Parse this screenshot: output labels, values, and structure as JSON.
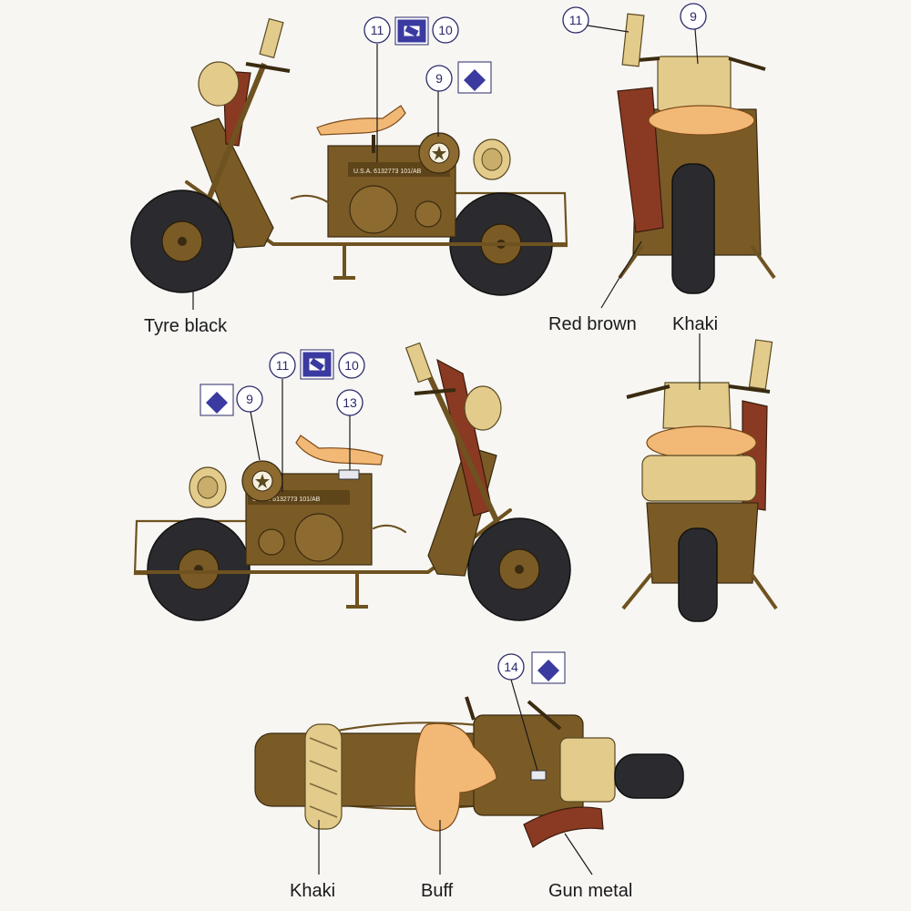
{
  "labels": {
    "tyre_black": "Tyre black",
    "red_brown": "Red brown",
    "khaki_right": "Khaki",
    "khaki_bottom": "Khaki",
    "buff": "Buff",
    "gun_metal": "Gun metal"
  },
  "callouts": {
    "top_left_11": "11",
    "top_left_10": "10",
    "top_left_9": "9",
    "top_right_11": "11",
    "top_right_9": "9",
    "mid_left_11": "11",
    "mid_left_10": "10",
    "mid_left_9": "9",
    "mid_left_13": "13",
    "bottom_14": "14"
  },
  "markings": {
    "left_side": "U.S.A.  6132773   101/AB",
    "right_side": "U.S.A.  6132773   101/AB"
  },
  "colors": {
    "olive_drab": "#7a5b26",
    "red_brown": "#8a3a22",
    "khaki": "#e3cb8c",
    "buff": "#f2b875",
    "tyre_black": "#2b2b2f",
    "decal_blue": "#3a3aa0"
  }
}
